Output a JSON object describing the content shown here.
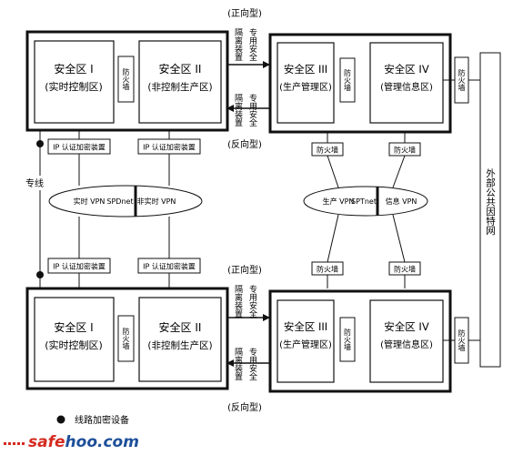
{
  "top": {
    "zone1": {
      "title": "安全区 I",
      "sub": "(实时控制区)"
    },
    "zone2": {
      "title": "安全区 II",
      "sub": "(非控制生产区)"
    },
    "zone3": {
      "title": "安全区 III",
      "sub": "(生产管理区)"
    },
    "zone4": {
      "title": "安全区 IV",
      "sub": "(管理信息区)"
    },
    "firewall_a": "防火墙",
    "firewall_b": "防火墙",
    "firewall_c": "防火墙"
  },
  "bottom": {
    "zone1": {
      "title": "安全区 I",
      "sub": "(实时控制区)"
    },
    "zone2": {
      "title": "安全区 II",
      "sub": "(非控制生产区)"
    },
    "zone3": {
      "title": "安全区 III",
      "sub": "(生产管理区)"
    },
    "zone4": {
      "title": "安全区 IV",
      "sub": "(管理信息区)"
    },
    "firewall_a": "防火墙",
    "firewall_b": "防火墙",
    "firewall_c": "防火墙"
  },
  "isolation": {
    "forward_label": "(正向型)",
    "reverse_label": "(反向型)",
    "device_a": "隔离装置",
    "device_b": "专用安全"
  },
  "ip_devices": {
    "top_left": "IP 认证加密装置",
    "top_right": "IP 认证加密装置",
    "bottom_left": "IP 认证加密装置",
    "bottom_right": "IP 认证加密装置"
  },
  "mid_firewalls": {
    "top_left": "防火墙",
    "top_right": "防火墙",
    "bottom_left": "防火墙",
    "bottom_right": "防火墙"
  },
  "network_left": {
    "left": "实时 VPN",
    "center": "SPDnet",
    "right": "非实时 VPN"
  },
  "network_right": {
    "left": "生产 VPN",
    "center": "SPTnet",
    "right": "信息 VPN"
  },
  "dedicated_line": "专线",
  "external_network": "外部公共因特网",
  "legend": {
    "label": "线路加密设备"
  },
  "watermark": {
    "part1": "safe",
    "part2": "hoo",
    "part3": ".com"
  },
  "colors": {
    "line": "#111111",
    "watermark_red": "#d42a1f",
    "watermark_blue": "#1d4f9a"
  }
}
